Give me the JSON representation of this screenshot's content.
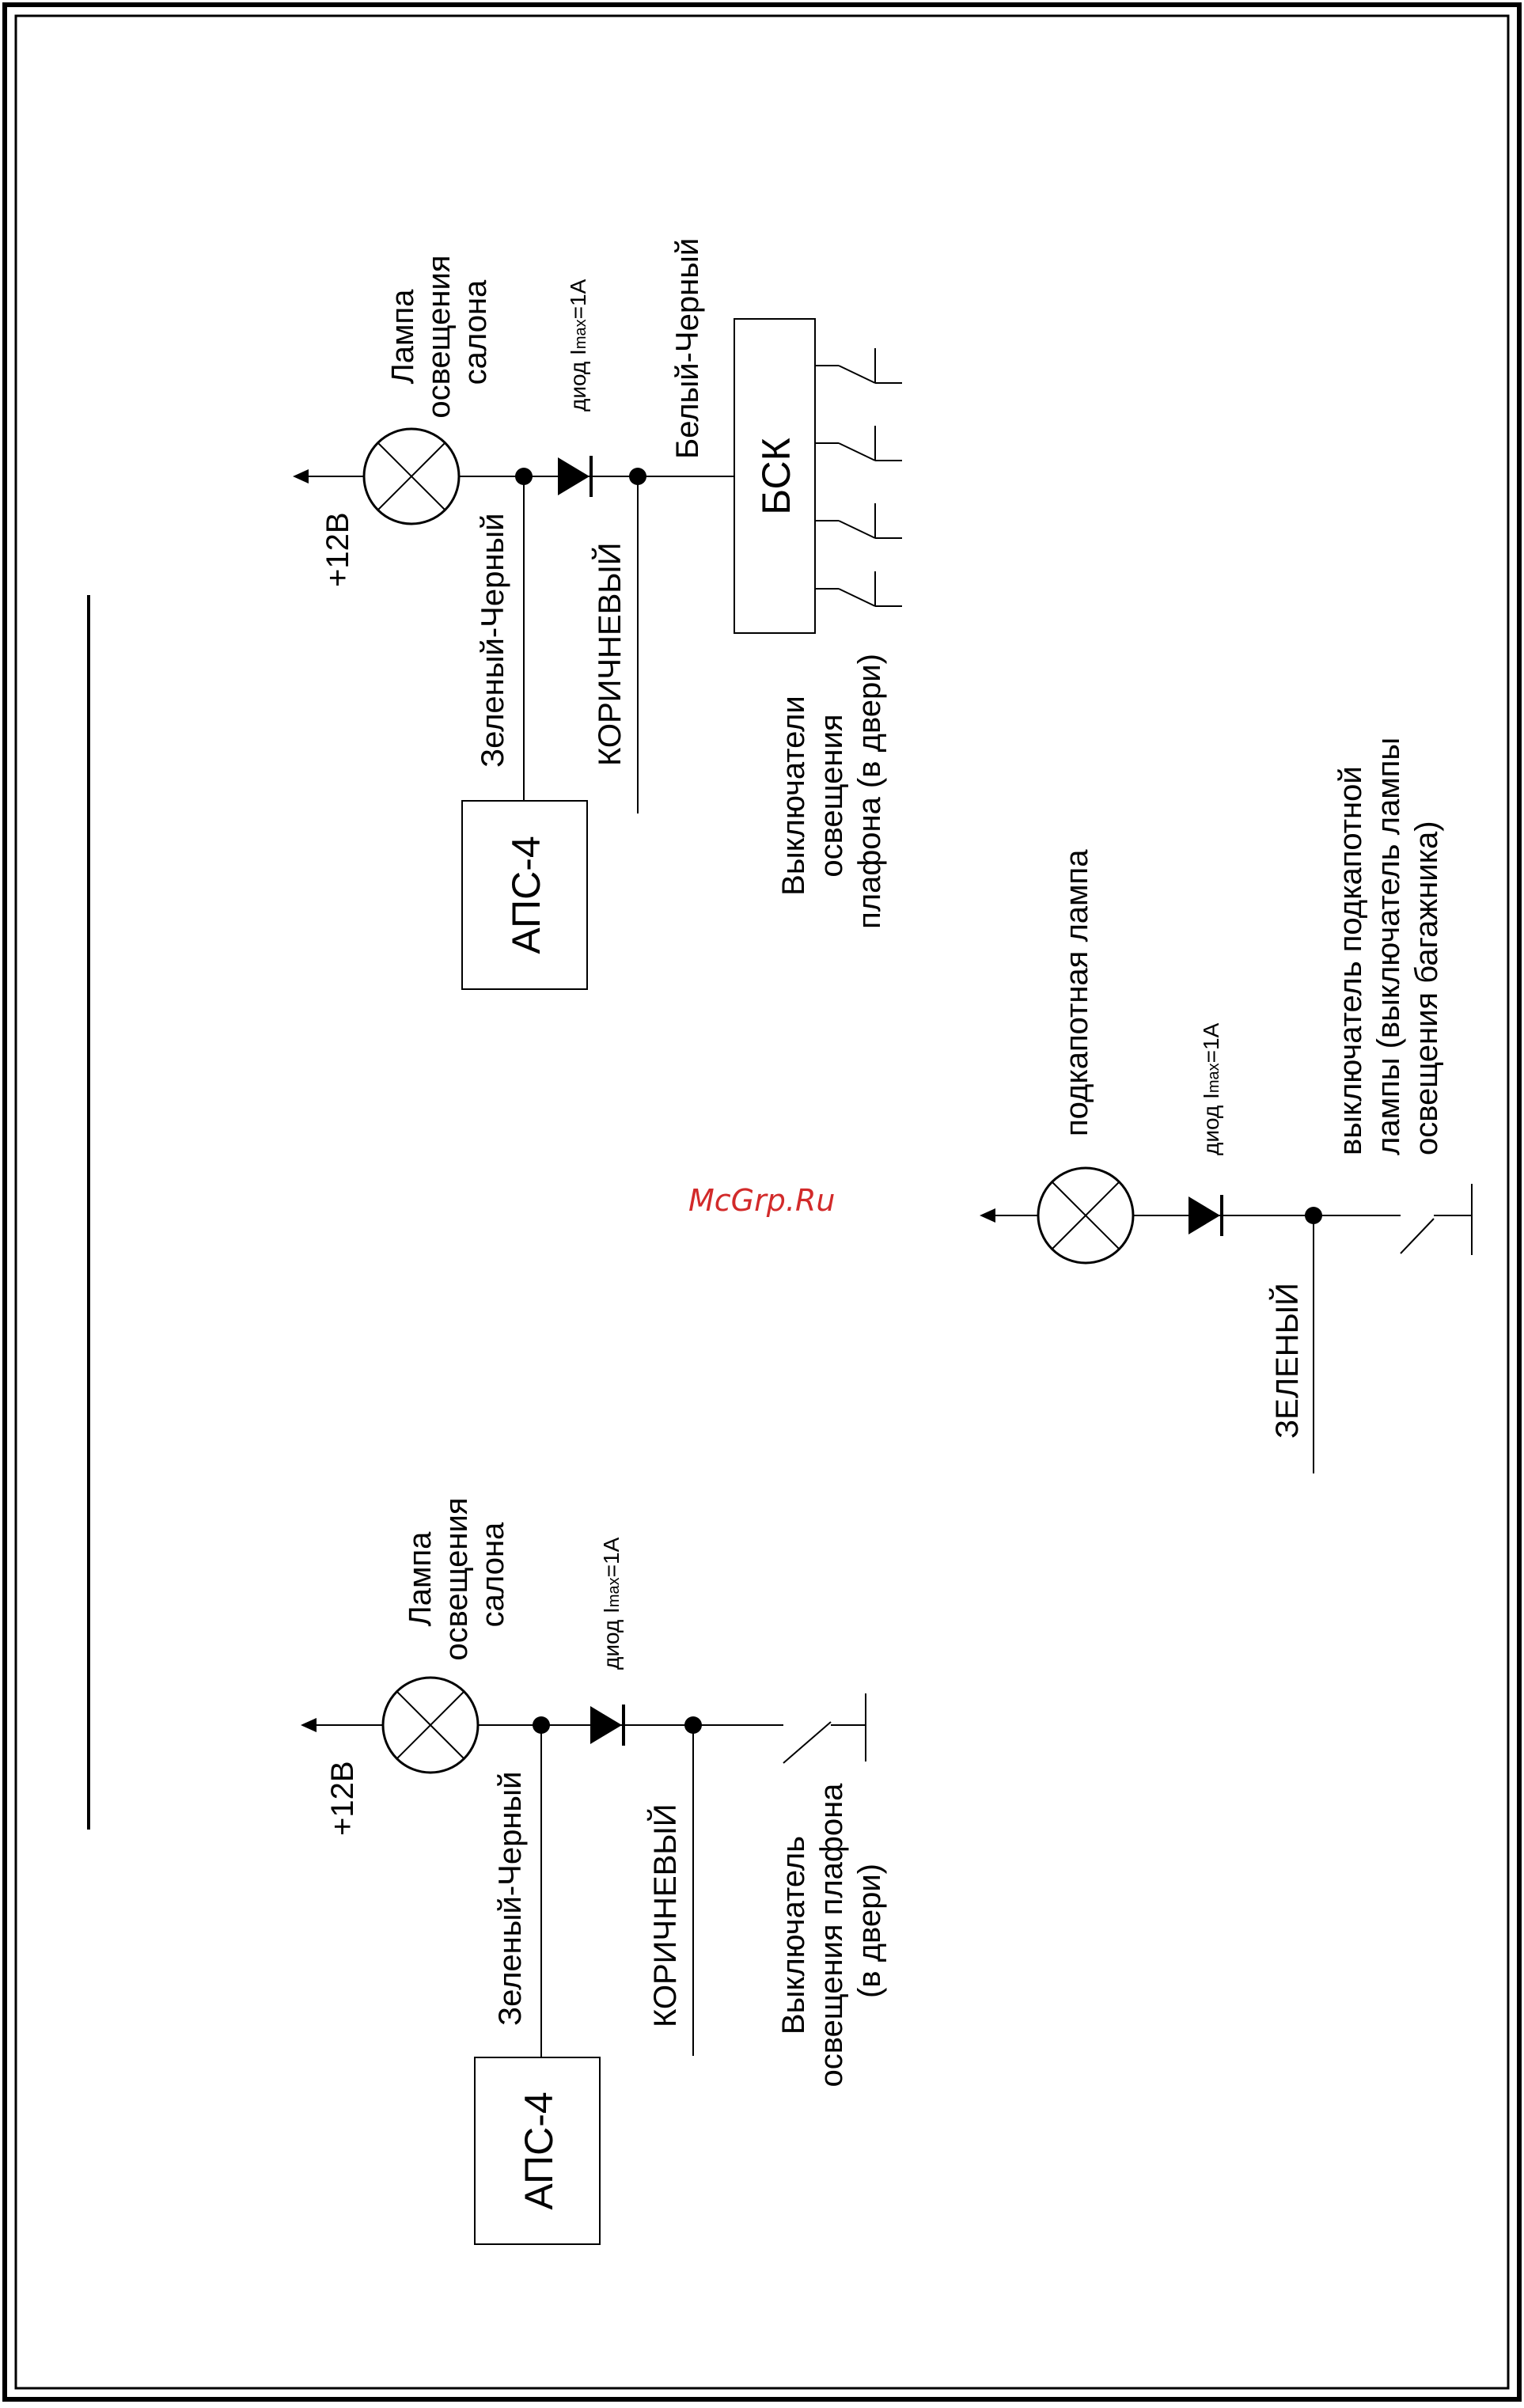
{
  "watermark": "McGrp.Ru",
  "top_circuit": {
    "supply": "+12В",
    "lamp": [
      "Лампа",
      "освещения",
      "салона"
    ],
    "diode_prefix": "диод I",
    "diode_sub": "max",
    "diode_suffix": "=1А",
    "wire_white_black": "Белый-Черный",
    "wire_green_black": "Зеленый-Черный",
    "wire_brown": "КОРИЧНЕВЫЙ",
    "aps": "АПС-4",
    "bsk": "БСК",
    "switches": [
      "Выключатели",
      "освещения",
      "плафона (в двери)"
    ]
  },
  "hood_circuit": {
    "lamp": "подкапотная лампа",
    "diode_prefix": "диод I",
    "diode_sub": "max",
    "diode_suffix": "=1А",
    "switch": [
      "выключатель подкапотной",
      "лампы (выключатель лампы",
      "освещения багажника)"
    ],
    "wire_green": "ЗЕЛЕНЫЙ"
  },
  "bottom_circuit": {
    "supply": "+12В",
    "lamp": [
      "Лампа",
      "освещения",
      "салона"
    ],
    "diode_prefix": "диод I",
    "diode_sub": "max",
    "diode_suffix": "=1А",
    "wire_green_black": "Зеленый-Черный",
    "wire_brown": "КОРИЧНЕВЫЙ",
    "aps": "АПС-4",
    "switch": [
      "Выключатель",
      "освещения плафона",
      "(в двери)"
    ]
  }
}
